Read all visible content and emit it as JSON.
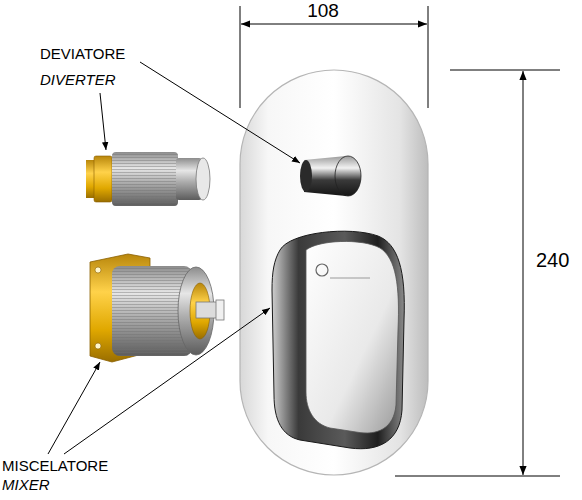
{
  "diagram": {
    "labels": [
      "108",
      "240",
      "DEVIATORE",
      "DIVERTER",
      "MISCELATORE",
      "MIXER"
    ]
  }
}
